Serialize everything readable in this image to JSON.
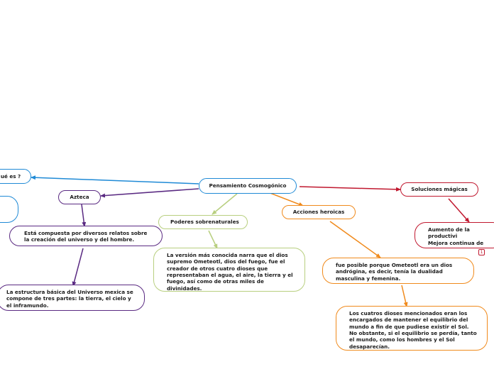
{
  "colors": {
    "blue": "#1f8ad6",
    "purple": "#5a2a82",
    "green": "#b8cf7f",
    "orange": "#f08a1c",
    "red": "#c0182f"
  },
  "map": {
    "central": "Pensamiento Cosmogónico",
    "que_es": "ué es ?",
    "azteca": "Azteca",
    "azteca_text1": "Está compuesta por diversos relatos sobre\nla creación del universo y del hombre.",
    "azteca_text2": "La estructura básica del Universo mexica se\ncompone de tres partes: la tierra, el cielo y\nel inframundo.",
    "poderes": "Poderes sobrenaturales",
    "poderes_text": "La versión más conocida narra que el dios\nsupremo Ometeotl, dios del fuego, fue el\ncreador de otros cuatro dioses que\nrepresentaban el agua, el aire, la tierra y el\nfuego, así como de otras miles de\ndivinidades.",
    "acciones": "Acciones heroicas",
    "acciones_text1": "fue posible porque Ometeotl era un dios\nandrógina, es decir, tenía la dualidad\nmasculina y femenina.",
    "acciones_text2": "Los cuatros dioses mencionados eran los\nencargados de mantener el equilibrio del\nmundo a fin de que pudiese existir el Sol.\nNo obstante, si el equilibrio se perdía, tanto\nel mundo, como los hombres y el Sol\ndesaparecían.",
    "soluciones": "Soluciones mágicas",
    "soluciones_text": "Aumento de la productivi\nMejora continua de proc\nAumento de la calidad.",
    "badge": "1"
  }
}
